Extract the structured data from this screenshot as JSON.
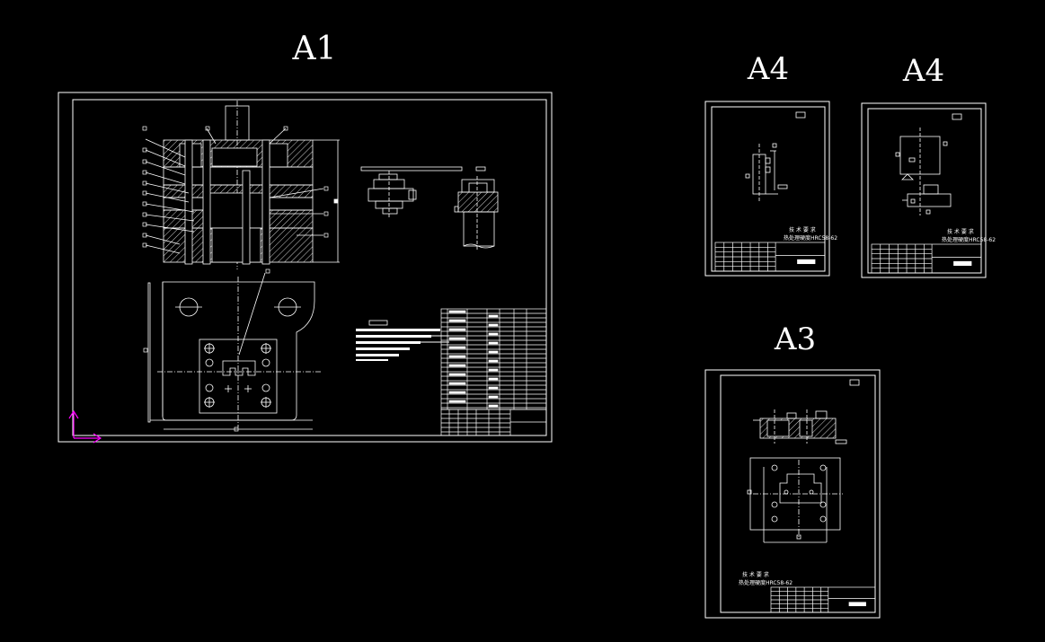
{
  "sheets": {
    "a1": {
      "label": "A1"
    },
    "a4_left": {
      "label": "A4",
      "note_title": "技 术 要 求",
      "note_line": "热处理硬度HRC58-62"
    },
    "a4_right": {
      "label": "A4",
      "note_title": "技 术 要 求",
      "note_line": "热处理硬度HRC58-62"
    },
    "a3": {
      "label": "A3",
      "note_title": "技 术 要 求",
      "note_line": "热处理硬度HRC58-62"
    }
  },
  "colors": {
    "background": "#000000",
    "lines": "#ffffff",
    "ucs_icon": "#ff00ff"
  },
  "icons": {
    "ucs": "ucs-axis-icon"
  }
}
